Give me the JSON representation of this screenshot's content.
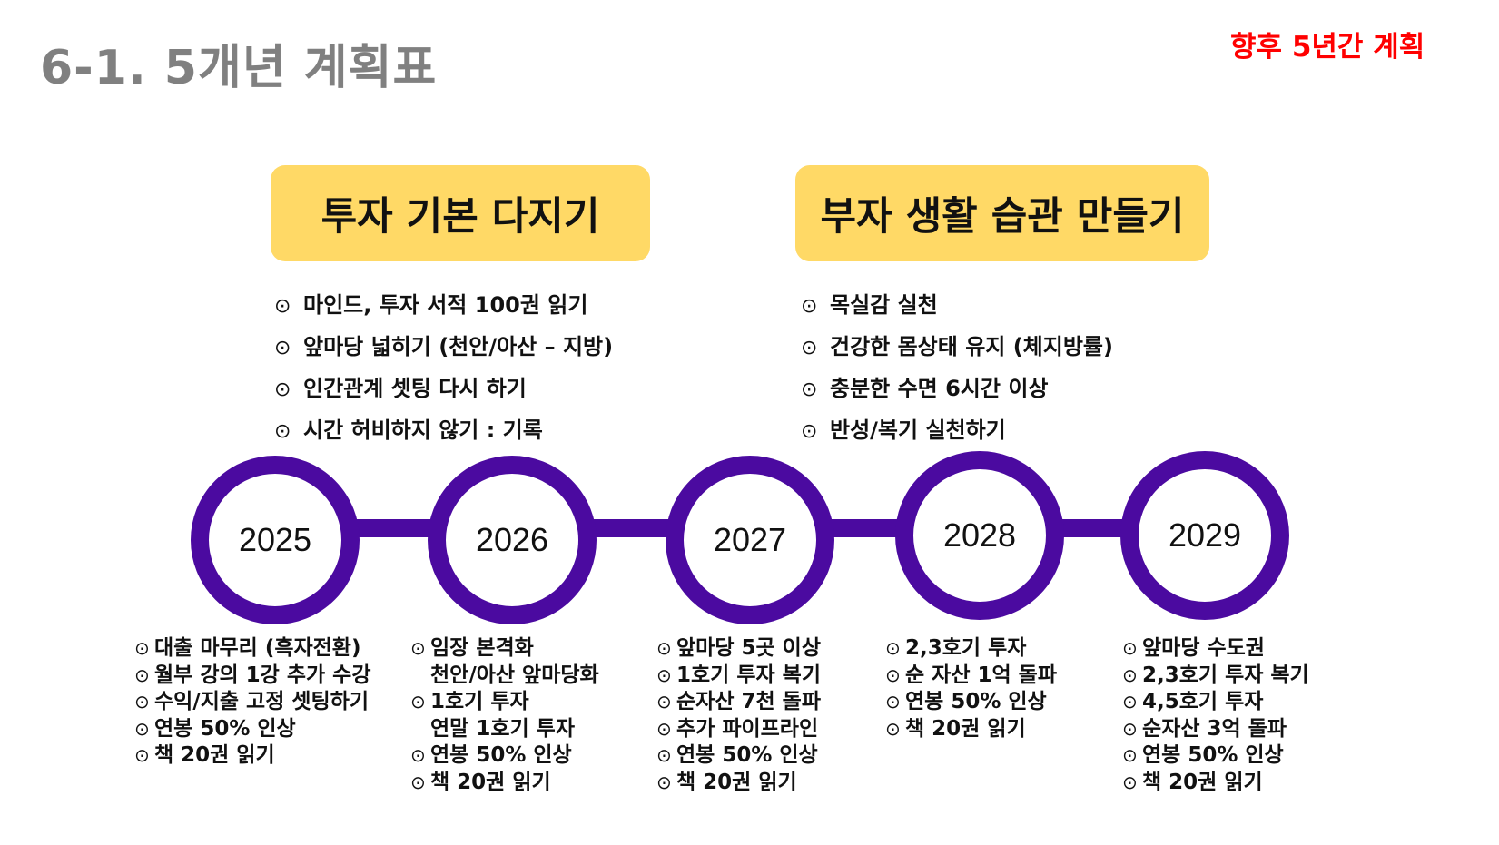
{
  "title": "6-1. 5개년 계획표",
  "note": "향후 5년간 계획",
  "colors": {
    "title": "#808080",
    "note": "#ff0000",
    "phase_box": "#ffd966",
    "timeline": "#4b0aa0"
  },
  "bullet_symbol": "⊙",
  "phases": [
    {
      "label": "투자 기본 다지기",
      "goals": [
        "마인드, 투자 서적 100권 읽기",
        "앞마당 넓히기 (천안/아산 – 지방)",
        "인간관계 셋팅 다시 하기",
        "시간 허비하지 않기 : 기록"
      ]
    },
    {
      "label": "부자 생활 습관 만들기",
      "goals": [
        "목실감 실천",
        "건강한 몸상태 유지 (체지방률)",
        "충분한 수면 6시간 이상",
        "반성/복기 실천하기"
      ]
    }
  ],
  "years": [
    {
      "year": "2025",
      "items": [
        "대출 마무리 (흑자전환)",
        "월부 강의 1강 추가 수강",
        "수익/지출 고정 셋팅하기",
        "연봉 50% 인상",
        "책 20권 읽기"
      ]
    },
    {
      "year": "2026",
      "items": [
        "임장 본격화",
        "천안/아산 앞마당화",
        "1호기 투자",
        "연말 1호기 투자",
        "연봉 50% 인상",
        "책 20권 읽기"
      ]
    },
    {
      "year": "2027",
      "items": [
        "앞마당 5곳 이상",
        "1호기 투자 복기",
        "순자산 7천 돌파",
        "추가 파이프라인",
        "연봉 50% 인상",
        "책 20권 읽기"
      ]
    },
    {
      "year": "2028",
      "items": [
        "2,3호기 투자",
        "순 자산 1억 돌파",
        "연봉 50% 인상",
        "책 20권 읽기"
      ]
    },
    {
      "year": "2029",
      "items": [
        "앞마당 수도권",
        "2,3호기 투자 복기",
        "4,5호기 투자",
        "순자산 3억 돌파",
        "연봉 50% 인상",
        "책 20권 읽기"
      ]
    }
  ]
}
